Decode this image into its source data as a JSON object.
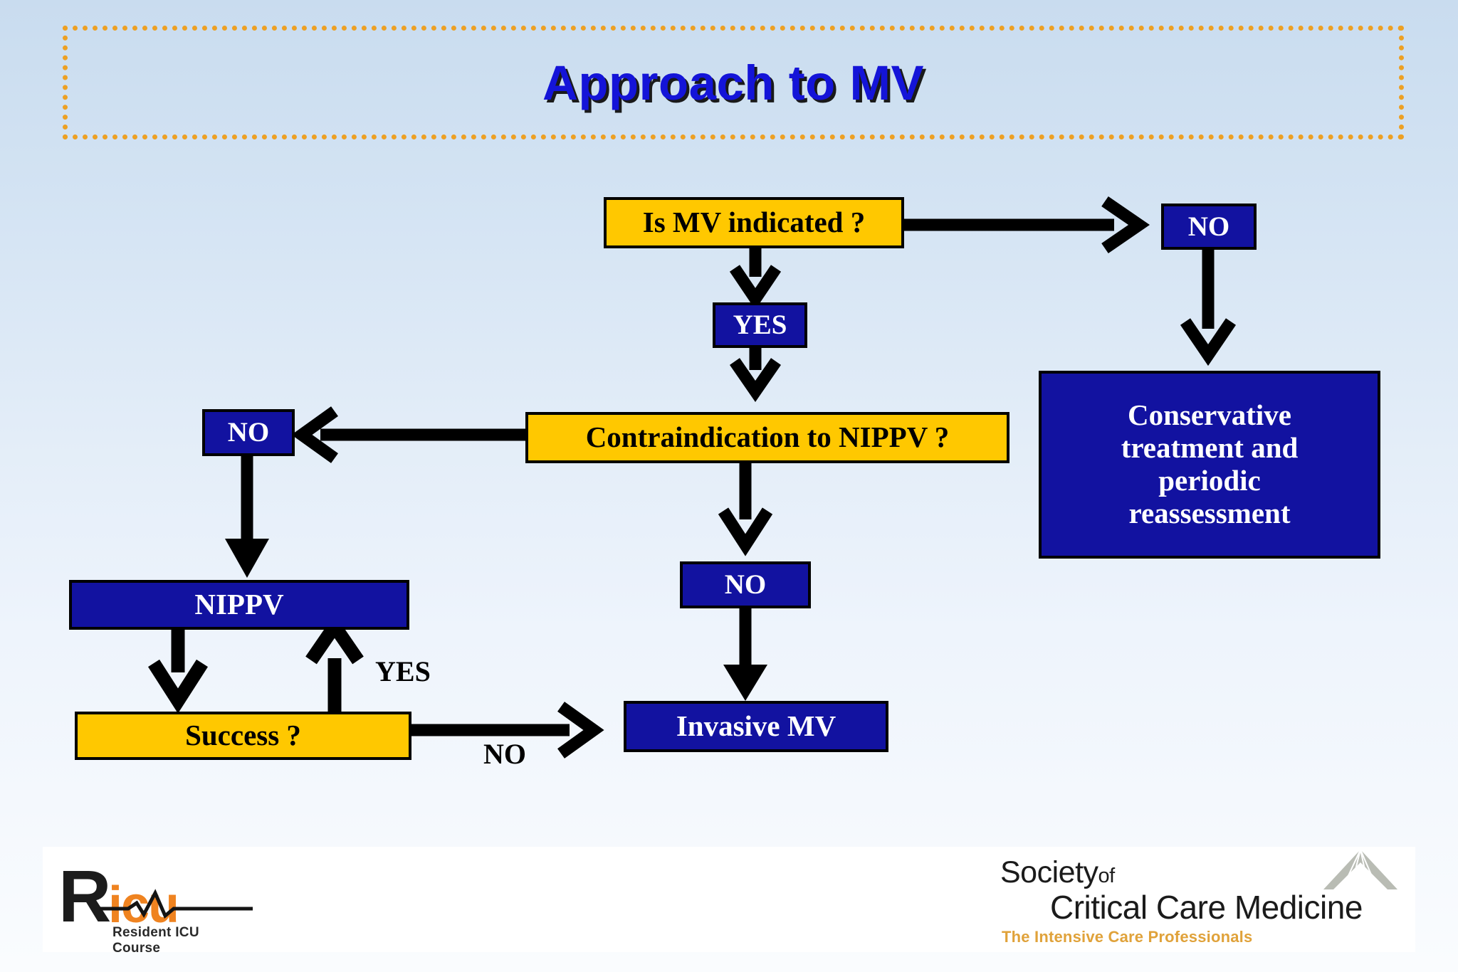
{
  "slide": {
    "title": "Approach to MV",
    "title_color": "#1414d8",
    "border_color": "#eda023",
    "background_top": "#c9dcef",
    "background_bottom": "#fafcfe"
  },
  "palette": {
    "decision_fill": "#ffc800",
    "decision_text": "#000000",
    "outcome_fill": "#1212a0",
    "outcome_text": "#ffffff",
    "stroke": "#000000"
  },
  "flowchart": {
    "type": "flowchart",
    "nodes": [
      {
        "id": "is-mv-indicated",
        "label": "Is MV indicated ?",
        "style": "decision"
      },
      {
        "id": "no-right",
        "label": "NO",
        "style": "outcome"
      },
      {
        "id": "yes",
        "label": "YES",
        "style": "outcome"
      },
      {
        "id": "contraindication",
        "label": "Contraindication to NIPPV ?",
        "style": "decision"
      },
      {
        "id": "conservative",
        "label": "Conservative treatment and periodic reassessment",
        "lines": [
          "Conservative",
          "treatment and",
          "periodic",
          "reassessment"
        ],
        "style": "outcome"
      },
      {
        "id": "no-left",
        "label": "NO",
        "style": "outcome"
      },
      {
        "id": "nippv",
        "label": "NIPPV",
        "style": "outcome"
      },
      {
        "id": "success",
        "label": "Success ?",
        "style": "decision"
      },
      {
        "id": "no-mid",
        "label": "NO",
        "style": "outcome"
      },
      {
        "id": "invasive-mv",
        "label": "Invasive MV",
        "style": "outcome"
      }
    ],
    "edges": [
      {
        "from": "is-mv-indicated",
        "to": "no-right",
        "label": "",
        "head": "chevron"
      },
      {
        "from": "is-mv-indicated",
        "to": "yes",
        "label": "",
        "head": "chevron"
      },
      {
        "from": "yes",
        "to": "contraindication",
        "label": "",
        "head": "chevron"
      },
      {
        "from": "no-right",
        "to": "conservative",
        "label": "",
        "head": "chevron"
      },
      {
        "from": "contraindication",
        "to": "no-left",
        "label": "",
        "head": "chevron"
      },
      {
        "from": "contraindication",
        "to": "no-mid",
        "label": "",
        "head": "chevron"
      },
      {
        "from": "no-left",
        "to": "nippv",
        "label": "",
        "head": "solid"
      },
      {
        "from": "nippv",
        "to": "success",
        "label": "",
        "head": "chevron"
      },
      {
        "from": "success",
        "to": "nippv",
        "label": "YES",
        "head": "chevron"
      },
      {
        "from": "success",
        "to": "invasive-mv",
        "label": "NO",
        "head": "chevron"
      },
      {
        "from": "no-mid",
        "to": "invasive-mv",
        "label": "",
        "head": "solid"
      }
    ],
    "edge_labels": {
      "yes_loop": "YES",
      "no_bottom": "NO"
    }
  },
  "footer": {
    "ricu_logo": {
      "mark": "R",
      "word": "icu",
      "subtitle": "Resident ICU Course",
      "mark_color": "#1c1c1c",
      "word_color": "#ef8320"
    },
    "sccm_logo": {
      "line1": "Society",
      "line1_suffix": "of",
      "line2": "Critical Care Medicine",
      "tagline": "The Intensive Care Professionals",
      "tagline_color": "#e0a23a"
    }
  }
}
